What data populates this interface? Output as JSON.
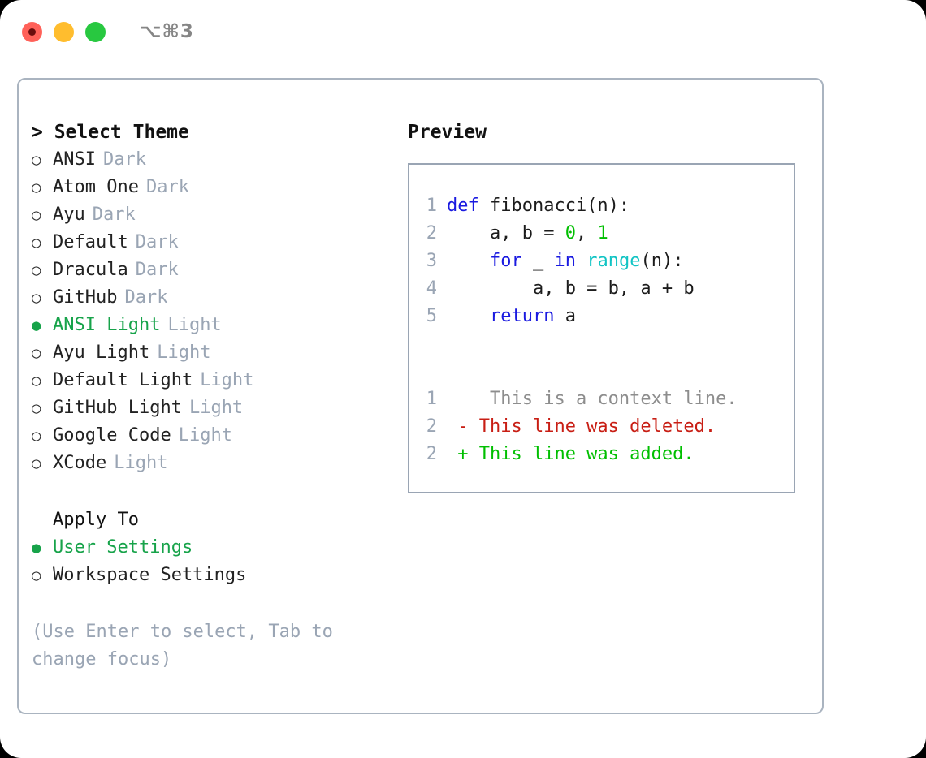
{
  "titlebar": {
    "shortcut": "⌥⌘3",
    "dots": [
      {
        "name": "close",
        "color": "#ff6159"
      },
      {
        "name": "minimize",
        "color": "#ffbd2e"
      },
      {
        "name": "maximize",
        "color": "#28c840"
      }
    ]
  },
  "theme_picker": {
    "header": "> Select Theme",
    "themes": [
      {
        "name": "ANSI",
        "tag": "Dark",
        "selected": false
      },
      {
        "name": "Atom One",
        "tag": "Dark",
        "selected": false
      },
      {
        "name": "Ayu",
        "tag": "Dark",
        "selected": false
      },
      {
        "name": "Default",
        "tag": "Dark",
        "selected": false
      },
      {
        "name": "Dracula",
        "tag": "Dark",
        "selected": false
      },
      {
        "name": "GitHub",
        "tag": "Dark",
        "selected": false
      },
      {
        "name": "ANSI Light",
        "tag": "Light",
        "selected": true
      },
      {
        "name": "Ayu Light",
        "tag": "Light",
        "selected": false
      },
      {
        "name": "Default Light",
        "tag": "Light",
        "selected": false
      },
      {
        "name": "GitHub Light",
        "tag": "Light",
        "selected": false
      },
      {
        "name": "Google Code",
        "tag": "Light",
        "selected": false
      },
      {
        "name": "XCode",
        "tag": "Light",
        "selected": false
      }
    ],
    "apply_to": {
      "title": "Apply To",
      "options": [
        {
          "name": "User Settings",
          "selected": true
        },
        {
          "name": "Workspace Settings",
          "selected": false
        }
      ]
    },
    "hint": "(Use Enter to select, Tab to change focus)",
    "markers": {
      "selected": "●",
      "unselected": "○"
    }
  },
  "preview": {
    "title": "Preview",
    "code_lines": [
      {
        "no": "1",
        "tokens": [
          {
            "t": "def ",
            "k": "kw"
          },
          {
            "t": "fibonacci(n):",
            "k": "name"
          }
        ]
      },
      {
        "no": "2",
        "tokens": [
          {
            "t": "    a, b = ",
            "k": "name"
          },
          {
            "t": "0",
            "k": "num"
          },
          {
            "t": ", ",
            "k": "name"
          },
          {
            "t": "1",
            "k": "num"
          }
        ]
      },
      {
        "no": "3",
        "tokens": [
          {
            "t": "    ",
            "k": "name"
          },
          {
            "t": "for",
            "k": "kw"
          },
          {
            "t": " _ ",
            "k": "name"
          },
          {
            "t": "in",
            "k": "kw"
          },
          {
            "t": " ",
            "k": "name"
          },
          {
            "t": "range",
            "k": "fn"
          },
          {
            "t": "(n):",
            "k": "name"
          }
        ]
      },
      {
        "no": "4",
        "tokens": [
          {
            "t": "        a, b = b, a + b",
            "k": "name"
          }
        ]
      },
      {
        "no": "5",
        "tokens": [
          {
            "t": "    ",
            "k": "name"
          },
          {
            "t": "return",
            "k": "kw"
          },
          {
            "t": " a",
            "k": "name"
          }
        ]
      }
    ],
    "diff_lines": [
      {
        "no": "1",
        "marker": " ",
        "text": "  This is a context line.",
        "kind": "ctx"
      },
      {
        "no": "2",
        "marker": "-",
        "text": " This line was deleted.",
        "kind": "del"
      },
      {
        "no": "2",
        "marker": "+",
        "text": " This line was added.",
        "kind": "add"
      }
    ]
  },
  "colors": {
    "accent_green": "#17a34a",
    "keyword_blue": "#1a1ae0",
    "function_cyan": "#11c4c4",
    "number_green": "#00bf00",
    "diff_red": "#c81e14",
    "diff_green": "#00bf00",
    "muted": "#9aa5b4",
    "border": "#aab4c0"
  }
}
